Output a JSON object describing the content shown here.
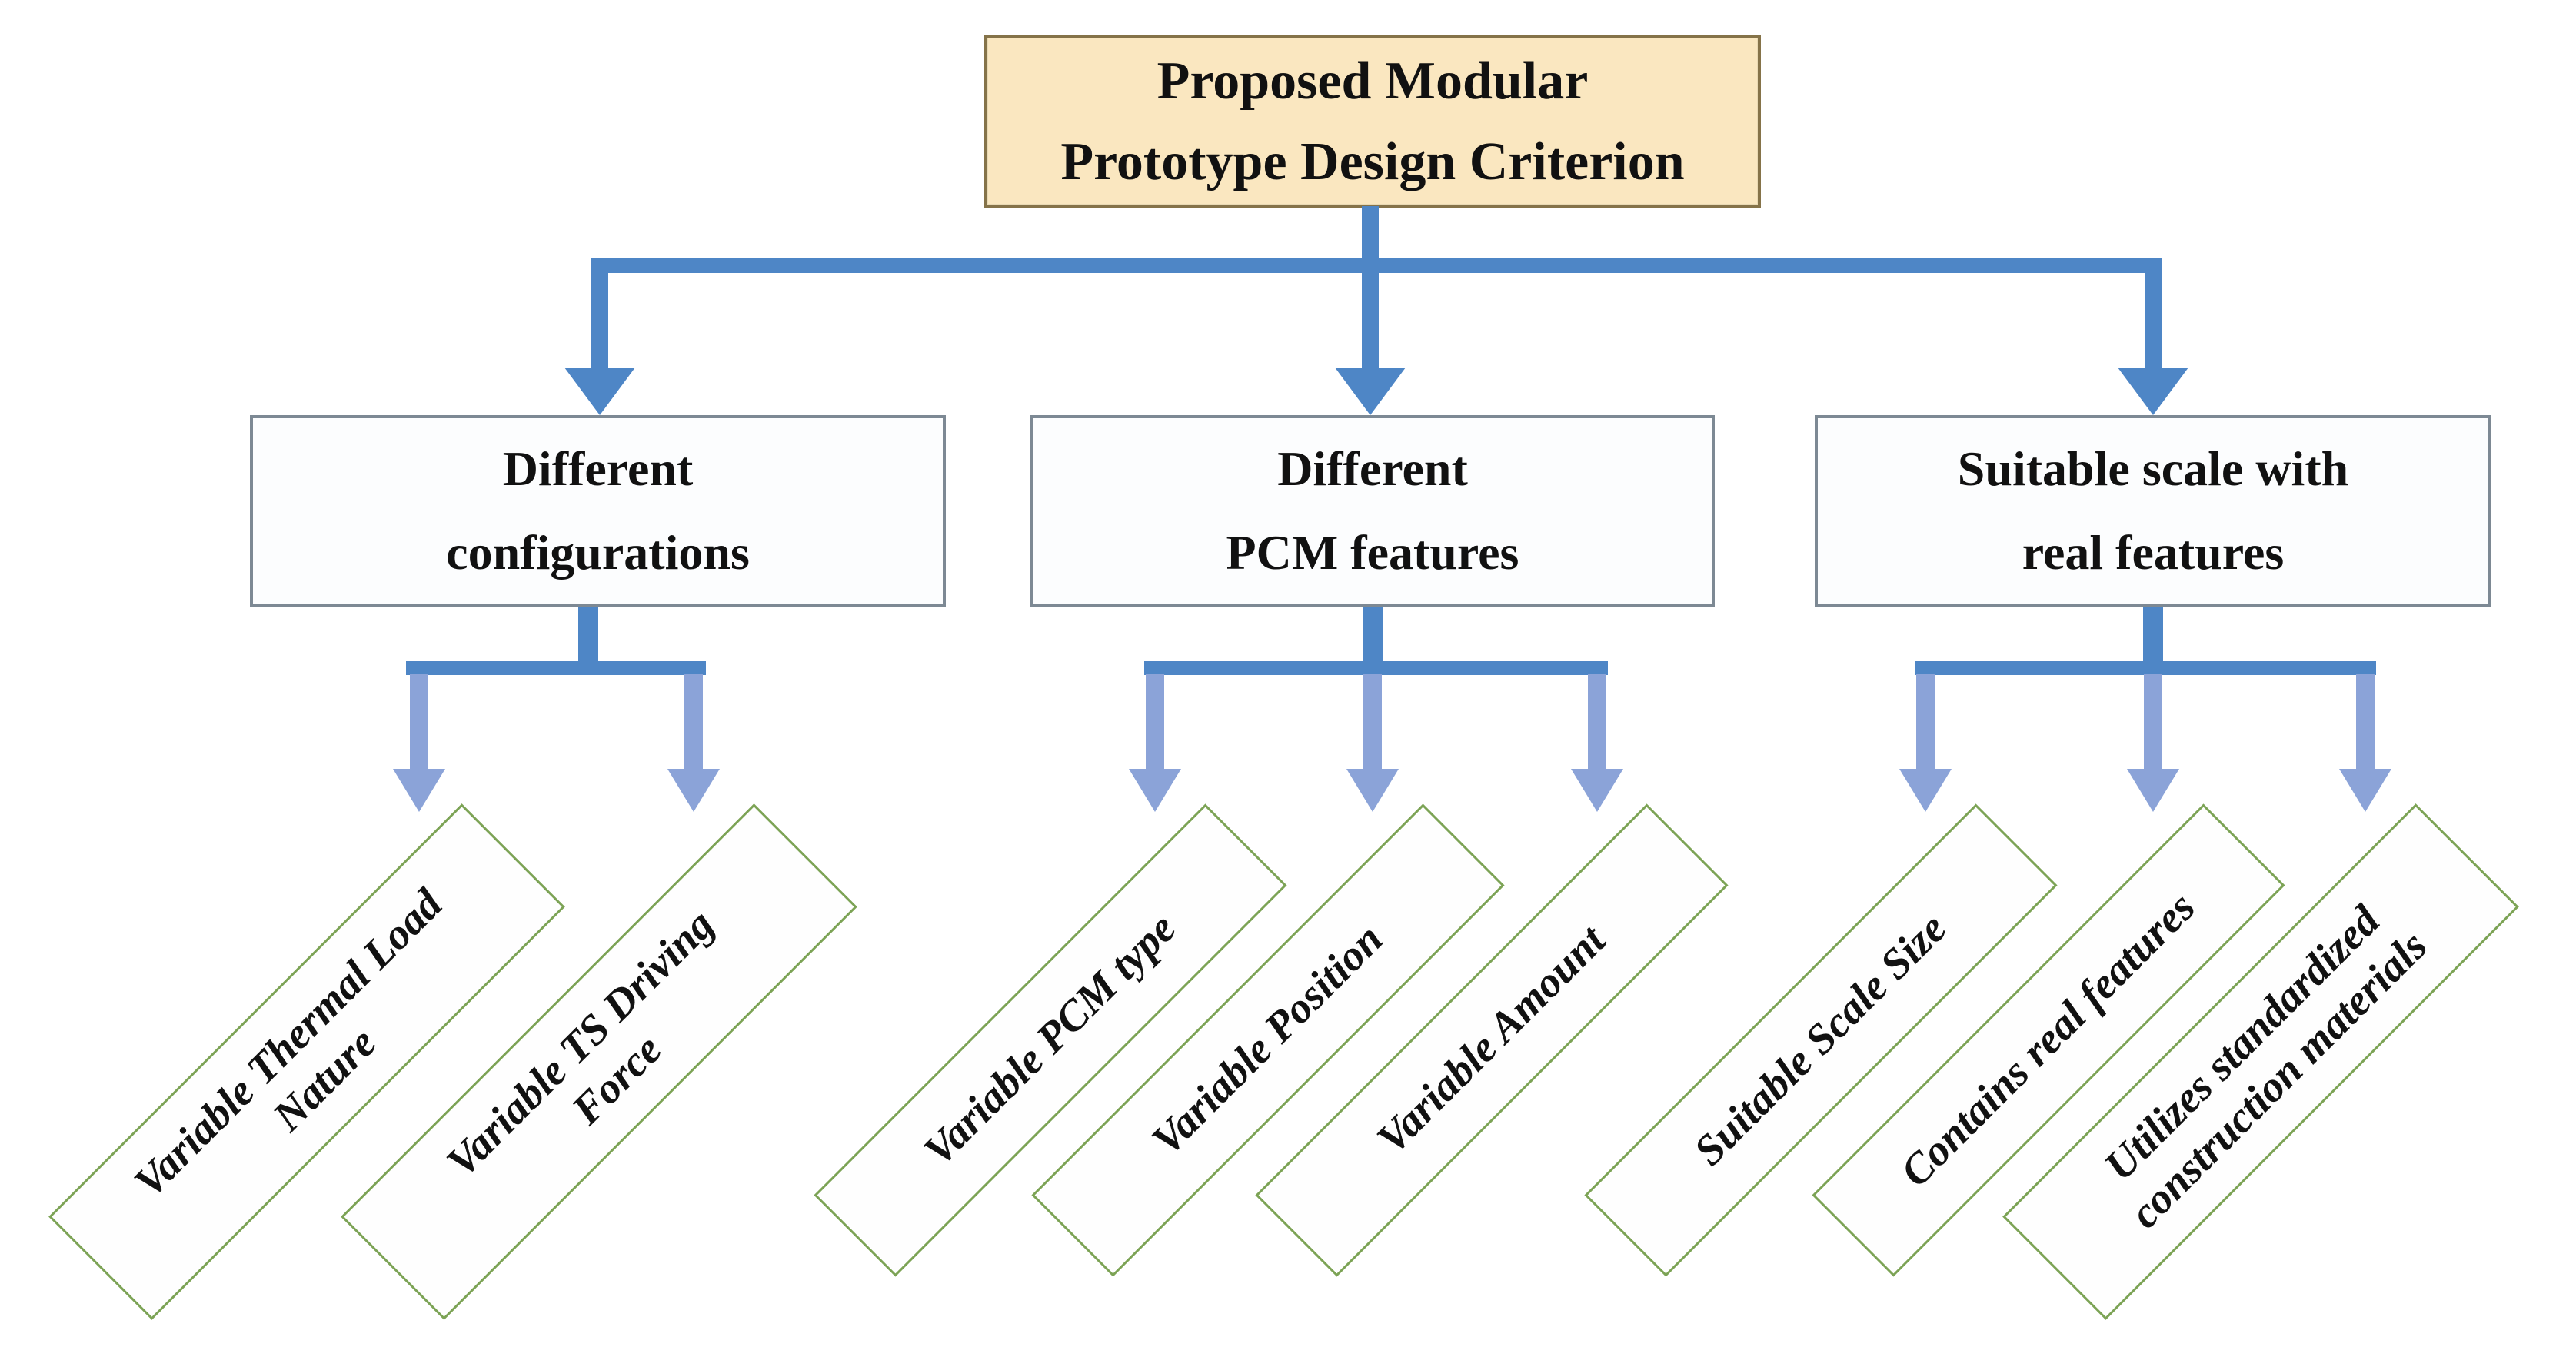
{
  "diagram_title": "Proposed Modular Prototype Design Criterion",
  "root": {
    "label": "Proposed Modular\nPrototype Design Criterion"
  },
  "branches": [
    {
      "label": "Different\nconfigurations",
      "leaves": [
        "Variable Thermal Load\nNature",
        "Variable TS Driving\nForce"
      ]
    },
    {
      "label": "Different\nPCM features",
      "leaves": [
        "Variable PCM type",
        "Variable Position",
        "Variable Amount"
      ]
    },
    {
      "label": "Suitable scale with\nreal features",
      "leaves": [
        "Suitable Scale Size",
        "Contains real features",
        "Utilizes standardized\nconstruction materials"
      ]
    }
  ],
  "colors": {
    "root_fill": "#fae7c0",
    "root_border": "#857349",
    "branch_fill": "#fcfdfe",
    "branch_border": "#7d8994",
    "leaf_fill": "#fefefe",
    "leaf_border": "#7ca355",
    "arrow_primary": "#4e86c6",
    "arrow_secondary": "#8ba3d8",
    "text": "#111111"
  }
}
